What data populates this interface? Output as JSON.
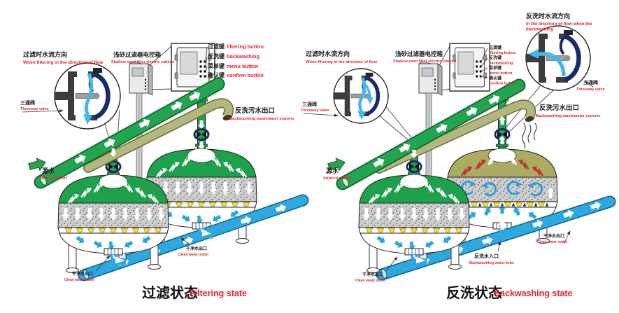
{
  "colors": {
    "pipe_green": "#23a550",
    "dome_green": "#1da14b",
    "pipe_olive": "#b3b77c",
    "dome_olive_backwash": "#a9ad62",
    "pipe_blue": "#2ea9df",
    "flow_arrow_blue": "#45b8ea",
    "valve_navy": "#1b2a6b",
    "label_red": "#e8212d",
    "label_black": "#1a1a1a",
    "nozzle_yellow": "#f2de3a",
    "sand_gray": "#cfcfcf"
  },
  "shared": {
    "buttons": [
      {
        "zh": "过滤键",
        "en": "filtering button"
      },
      {
        "zh": "反洗键",
        "en": "backwashing"
      },
      {
        "zh": "菜单键",
        "en": "menu button"
      },
      {
        "zh": "确认键",
        "en": "confirm button"
      }
    ]
  },
  "left": {
    "flow_label": {
      "zh": "过滤时水流方向",
      "en": "When filtering in the direction of flow"
    },
    "cabinet_label": {
      "zh": "浅砂过滤器电控箱",
      "en": "Shallow sand filter electric cabinet"
    },
    "valve_label": {
      "zh": "三通阀",
      "en": "Threeway valve"
    },
    "source_label": {
      "zh": "源水",
      "en": "source water"
    },
    "backwash_outlet_label": {
      "zh": "反洗污水出口",
      "en": "Backwashing wastewater exports"
    },
    "clean_outlet_label_1": {
      "zh": "干净水出口",
      "en": "Clean water outlet"
    },
    "clean_outlet_label_2": {
      "zh": "干净水出口",
      "en": "Clean water outlet"
    },
    "caption": {
      "zh": "过滤状态",
      "en": "Filtering state"
    }
  },
  "right": {
    "backwash_flow_label": {
      "zh": "反洗时水流方向",
      "en_line1": "In the direction of flow when the",
      "en_line2": "backwashing"
    },
    "flow_label": {
      "zh": "过滤时水流方向",
      "en": "When filtering in the direction of flow"
    },
    "cabinet_label": {
      "zh": "浅砂过滤器电控箱",
      "en": "Shallow sand filter electric cabinet"
    },
    "valve_label_left": {
      "zh": "三通阀",
      "en": "Threeway valve"
    },
    "valve_label_right": {
      "zh": "三通阀",
      "en": "Threeway valve"
    },
    "source_label": {
      "zh": "源水",
      "en": "source water"
    },
    "backwash_outlet_label": {
      "zh": "反洗污水出口",
      "en": "Backwashing wastewater exports"
    },
    "backwash_inlet_label": {
      "zh": "反洗水入口",
      "en": "Backwashing water inlet"
    },
    "clean_outlet_label_1": {
      "zh": "干净水出口",
      "en": "Clean water outlet"
    },
    "clean_outlet_label_2": {
      "zh": "干净水出口",
      "en": "Clean water outlet"
    },
    "caption": {
      "zh": "反洗状态",
      "en": "Backwashing state"
    }
  }
}
